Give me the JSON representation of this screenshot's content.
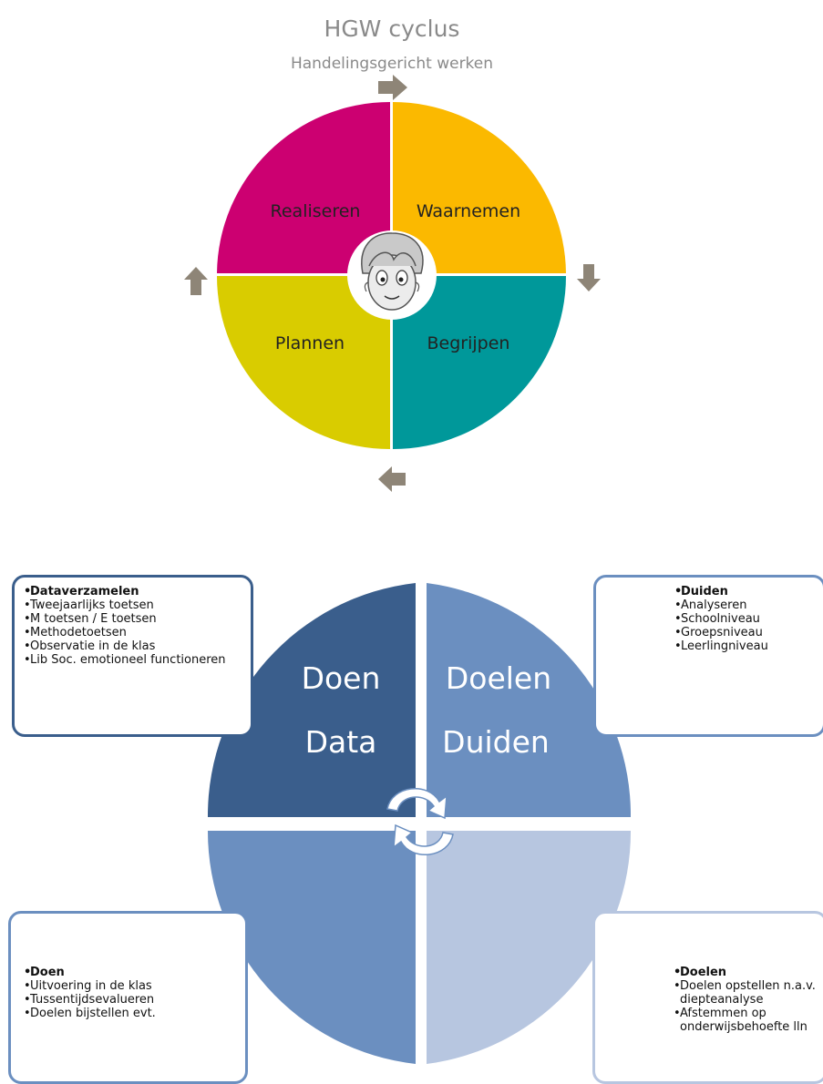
{
  "top": {
    "title": "HGW cyclus",
    "subtitle": "Handelingsgericht werken",
    "quadrants": {
      "tl": {
        "label": "Realiseren",
        "color": "#cc0071"
      },
      "tr": {
        "label": "Waarnemen",
        "color": "#fbb900"
      },
      "br": {
        "label": "Begrijpen",
        "color": "#00989a"
      },
      "bl": {
        "label": "Plannen",
        "color": "#d9cc00"
      }
    },
    "arrow_color": "#8e8577",
    "center_icon": "child-face-icon"
  },
  "bottom": {
    "quadrants": {
      "tl": {
        "label": "Data",
        "color": "#3a5e8c"
      },
      "tr": {
        "label": "Duiden",
        "color": "#6b8fc0"
      },
      "bl": {
        "label": "Doen",
        "color": "#6b8fc0"
      },
      "br": {
        "label": "Doelen",
        "color": "#b7c6e0"
      }
    },
    "cycle_icon": "circular-arrows-icon",
    "boxes": {
      "data": {
        "border": "#3a5e8c",
        "heading": "Dataverzamelen",
        "items": [
          "Tweejaarlijks toetsen",
          "M toetsen / E toetsen",
          "Methodetoetsen",
          "Observatie in de klas",
          "Lib Soc. emotioneel functioneren"
        ]
      },
      "duiden": {
        "border": "#6b8fc0",
        "heading": "Duiden",
        "items": [
          "Analyseren",
          "Schoolniveau",
          "Groepsniveau",
          "Leerlingniveau"
        ]
      },
      "doen": {
        "border": "#6b8fc0",
        "heading": "Doen",
        "items": [
          "Uitvoering in de klas",
          "Tussentijdsevalueren",
          "Doelen bijstellen evt."
        ]
      },
      "doelen": {
        "border": "#b7c6e0",
        "heading": "Doelen",
        "items": [
          "Doelen opstellen n.a.v. diepteanalyse",
          "Afstemmen op onderwijsbehoefte lln"
        ]
      }
    }
  }
}
